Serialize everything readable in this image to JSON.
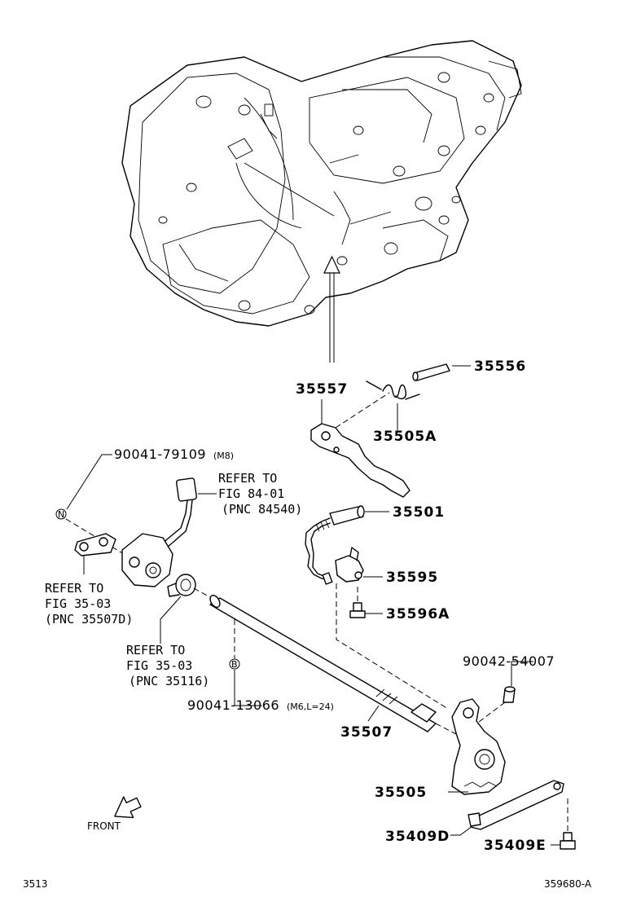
{
  "labels": {
    "p35556": "35556",
    "p35557": "35557",
    "p35505A": "35505A",
    "p90041_79109": "90041-79109",
    "p90041_79109_note": "(M8)",
    "refer_84_1": "REFER TO",
    "refer_84_2": "FIG 84-01",
    "refer_84_3": "(PNC 84540)",
    "p35501": "35501",
    "refer_3503a_1": "REFER TO",
    "refer_3503a_2": "FIG 35-03",
    "refer_3503a_3": "(PNC 35507D)",
    "p35595": "35595",
    "p35596A": "35596A",
    "refer_3503b_1": "REFER TO",
    "refer_3503b_2": "FIG 35-03",
    "refer_3503b_3": "(PNC 35116)",
    "p90042_54007": "90042-54007",
    "p90041_13066": "90041-13066",
    "p90041_13066_note": "(M6,L=24)",
    "p35507": "35507",
    "p35505": "35505",
    "p35409D": "35409D",
    "p35409E": "35409E",
    "front": "FRONT",
    "marker_n": "N",
    "marker_b": "B"
  },
  "footer": {
    "left_code": "3513",
    "right_code": "359680-A"
  }
}
